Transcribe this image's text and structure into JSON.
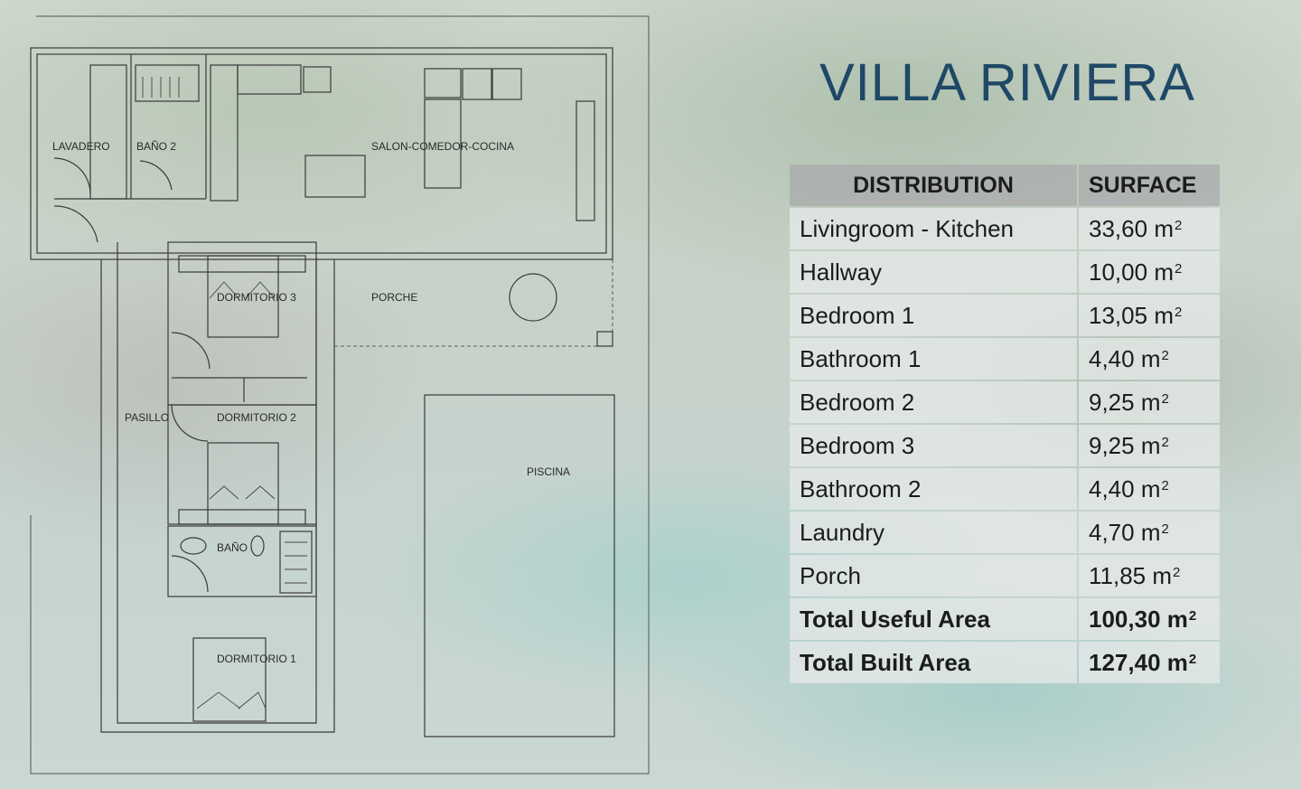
{
  "title": "VILLA RIVIERA",
  "plan_labels": {
    "lavadero": "LAVADERO",
    "bano2": "BAÑO 2",
    "salon": "SALON-COMEDOR-COCINA",
    "dormitorio3": "DORMITORIO 3",
    "porche": "PORCHE",
    "pasillo": "PASILLO",
    "dormitorio2": "DORMITORIO 2",
    "piscina": "PISCINA",
    "bano": "BAÑO",
    "dormitorio1": "DORMITORIO 1"
  },
  "table": {
    "header": {
      "distribution": "DISTRIBUTION",
      "surface": "SURFACE"
    },
    "unit": "m",
    "unit_exp": "2",
    "rows": [
      {
        "name": "Livingroom - Kitchen",
        "value": "33,60"
      },
      {
        "name": "Hallway",
        "value": "10,00"
      },
      {
        "name": "Bedroom 1",
        "value": "13,05"
      },
      {
        "name": "Bathroom 1",
        "value": "4,40"
      },
      {
        "name": "Bedroom  2",
        "value": "9,25"
      },
      {
        "name": "Bedroom 3",
        "value": "9,25"
      },
      {
        "name": "Bathroom 2",
        "value": "4,40"
      },
      {
        "name": "Laundry",
        "value": "4,70"
      },
      {
        "name": "Porch",
        "value": "11,85"
      }
    ],
    "totals": [
      {
        "name": "Total Useful Area",
        "value": "100,30"
      },
      {
        "name": "Total Built Area",
        "value": "127,40"
      }
    ]
  },
  "colors": {
    "title": "#1f4866",
    "walls": "#3a3a3a",
    "header_bg": "#aaacac",
    "row_bg": "#e4e9e7"
  }
}
